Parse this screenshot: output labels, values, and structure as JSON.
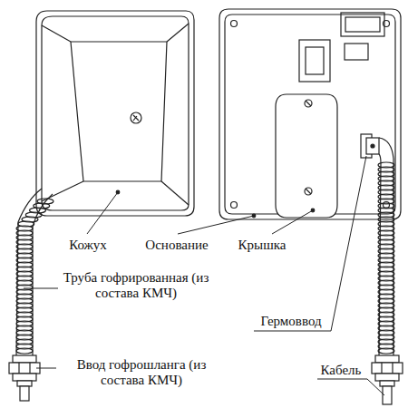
{
  "diagram": {
    "labels": [
      "Кожух",
      "Основание",
      "Крышка",
      "Труба гофрированная (из состава КМЧ)",
      "Ввод гофрошланга (из состава КМЧ)",
      "Гермоввод",
      "Кабель"
    ]
  }
}
